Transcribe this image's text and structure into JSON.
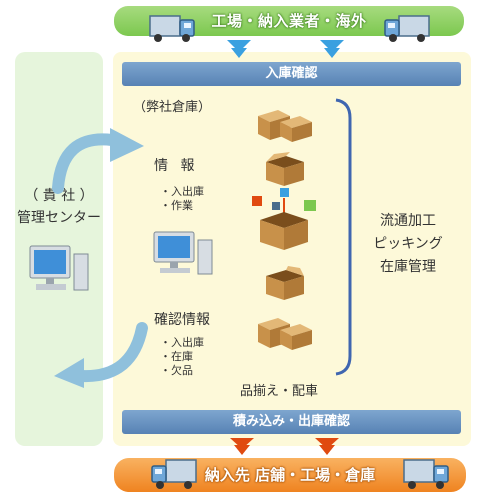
{
  "top_banner": {
    "label": "工場・納入業者・海外"
  },
  "bottom_banner": {
    "label": "納入先 店舗・工場・倉庫"
  },
  "receiving_bar": {
    "label": "入庫確認"
  },
  "shipping_bar": {
    "label": "積み込み・出庫確認"
  },
  "warehouse": {
    "label": "（弊社倉庫）",
    "process_lines": [
      "流通加工",
      "ピッキング",
      "在庫管理"
    ],
    "pick_dispatch_label": "品揃え・配車"
  },
  "client": {
    "lines": [
      "（ 貴 社 ）",
      "管理センター"
    ]
  },
  "info_block": {
    "title": "情 報",
    "items": [
      "入出庫",
      "作業"
    ]
  },
  "confirm_block": {
    "title": "確認情報",
    "items": [
      "入出庫",
      "在庫",
      "欠品"
    ]
  },
  "colors": {
    "top_bar": "#7cc84f",
    "bottom_bar": "#ef8320",
    "blue_bar": "#5782b4",
    "warehouse_bg": "#fdf9d9",
    "client_bg": "#e6f5dc",
    "arrow_blue": "#3aa0e0",
    "arrow_red": "#e04a10",
    "box_brown": "#c8914a"
  },
  "icons": [
    "truck-icon",
    "box-icon",
    "computer-icon",
    "arrow-icon",
    "bracket-icon"
  ]
}
